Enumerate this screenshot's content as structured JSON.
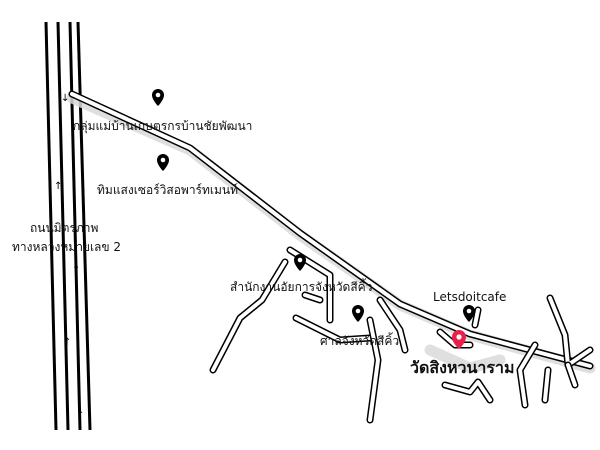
{
  "map": {
    "labels": {
      "group": "กลุ่มแม่บ้านเกษตรกรบ้านชัยพัฒนา",
      "team": "ทิมแสงเซอร์วิสอพาร์ทเมนท์",
      "highway_line1": "ถนนมิตรภาพ",
      "highway_line2": "ทางหลวงหมายเลข 2",
      "office": "สำนักงานอัยการจังหวัดสีคิ้ว",
      "court": "ศาลจังหวัดสีคิ้ว",
      "cafe": "Letsdoitcafe",
      "temple": "วัดสิงหวนาราม"
    },
    "pin_color": "#000000",
    "destination_color": "#e8204a",
    "arrows": {
      "down": "↓",
      "up": "↑"
    }
  }
}
